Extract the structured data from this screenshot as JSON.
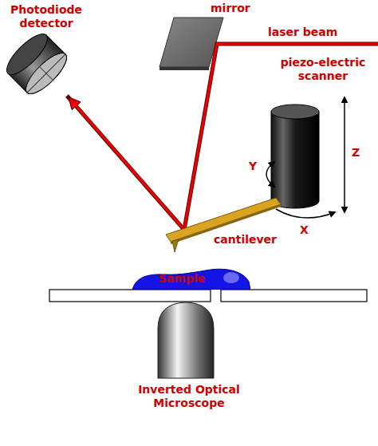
{
  "diagram": {
    "nodes": [
      {
        "text": [
          "Sample"
        ]
      }
    ],
    "labels": [
      "Photodiode detector",
      "mirror",
      "laser beam",
      "piezo-electric scanner",
      "Z",
      "Y",
      "X",
      "cantilever",
      "Inverted Optical Microscope"
    ]
  }
}
